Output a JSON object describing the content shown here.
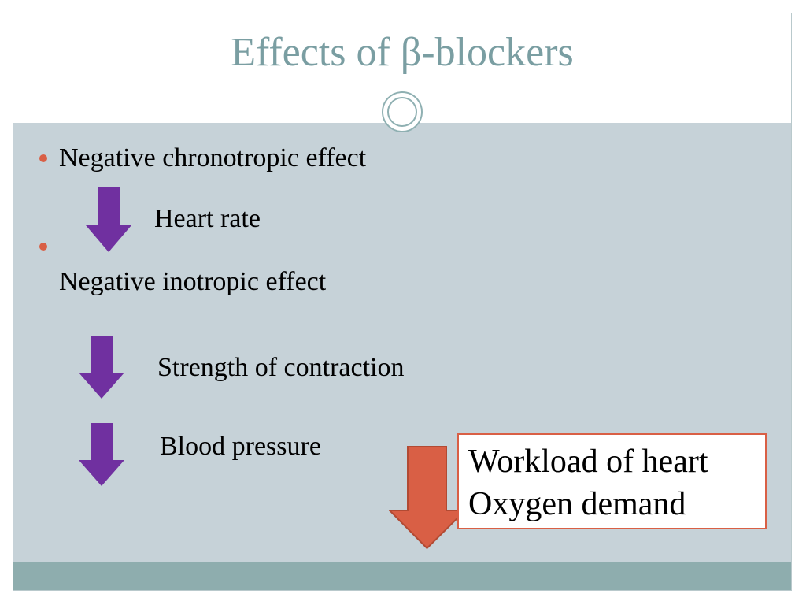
{
  "slide": {
    "title": "Effects of β-blockers",
    "bullets": [
      {
        "label": "Negative chronotropic effect"
      },
      {
        "label": "Negative inotropic effect"
      }
    ],
    "arrow_items": [
      {
        "label": "Heart rate"
      },
      {
        "label": "Strength of contraction"
      },
      {
        "label": "Blood pressure"
      }
    ],
    "callout": {
      "lines": [
        "Workload of heart",
        "Oxygen demand"
      ]
    }
  },
  "colors": {
    "title_text": "#7a9ea2",
    "content_background": "#c6d2d8",
    "footer_band": "#8eadae",
    "bullet": "#d95f45",
    "purple_arrow": "#7030a0",
    "orange_arrow": "#d95f45"
  }
}
